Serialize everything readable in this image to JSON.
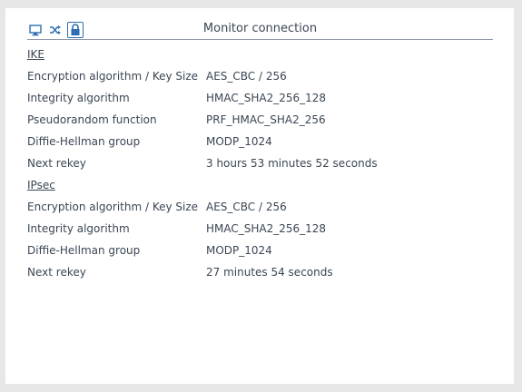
{
  "header": {
    "title": "Monitor connection",
    "icons": [
      "monitor-icon",
      "shuffle-icon",
      "lock-icon"
    ]
  },
  "ike": {
    "heading": "IKE",
    "rows": [
      {
        "label": "Encryption algorithm / Key Size",
        "value": "AES_CBC / 256"
      },
      {
        "label": "Integrity algorithm",
        "value": "HMAC_SHA2_256_128"
      },
      {
        "label": "Pseudorandom function",
        "value": "PRF_HMAC_SHA2_256"
      },
      {
        "label": "Diffie-Hellman group",
        "value": "MODP_1024"
      },
      {
        "label": "Next rekey",
        "value": "3 hours 53 minutes 52 seconds"
      }
    ]
  },
  "ipsec": {
    "heading": "IPsec",
    "rows": [
      {
        "label": "Encryption algorithm / Key Size",
        "value": "AES_CBC / 256"
      },
      {
        "label": "Integrity algorithm",
        "value": "HMAC_SHA2_256_128"
      },
      {
        "label": "Diffie-Hellman group",
        "value": "MODP_1024"
      },
      {
        "label": "Next rekey",
        "value": "27 minutes 54 seconds"
      }
    ]
  },
  "colors": {
    "accent": "#2d6fb0",
    "text": "#3a4654",
    "background": "#e7e7e7",
    "panel": "#ffffff"
  }
}
